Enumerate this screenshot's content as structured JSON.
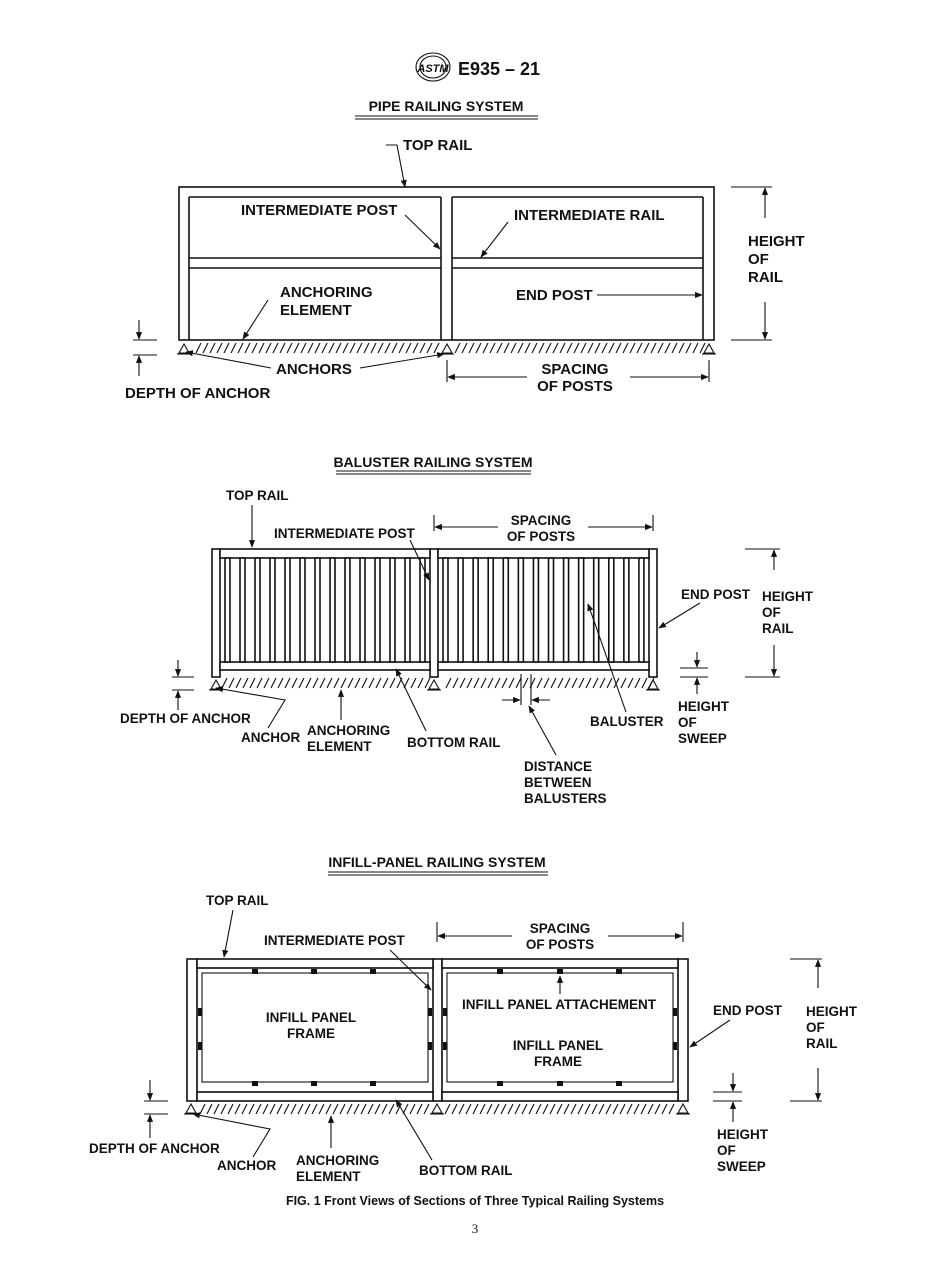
{
  "header": {
    "doc_id": "E935 – 21",
    "logo_text": "ASTM"
  },
  "pipe": {
    "title": "PIPE RAILING SYSTEM",
    "top_rail": "TOP RAIL",
    "intermediate_post": "INTERMEDIATE POST",
    "intermediate_rail": "INTERMEDIATE RAIL",
    "anchoring_element": [
      "ANCHORING",
      "ELEMENT"
    ],
    "end_post": "END POST",
    "height_of_rail": [
      "HEIGHT",
      "OF",
      "RAIL"
    ],
    "anchors": "ANCHORS",
    "spacing_of_posts": [
      "SPACING",
      "OF POSTS"
    ],
    "depth_of_anchor": "DEPTH OF ANCHOR"
  },
  "baluster": {
    "title": "BALUSTER RAILING SYSTEM",
    "top_rail": "TOP RAIL",
    "intermediate_post": "INTERMEDIATE POST",
    "spacing_of_posts": [
      "SPACING",
      "OF POSTS"
    ],
    "end_post": "END POST",
    "height_of_rail": [
      "HEIGHT",
      "OF",
      "RAIL"
    ],
    "depth_of_anchor": "DEPTH OF ANCHOR",
    "anchor": "ANCHOR",
    "anchoring_element": [
      "ANCHORING",
      "ELEMENT"
    ],
    "bottom_rail": "BOTTOM RAIL",
    "baluster": "BALUSTER",
    "height_of_sweep": [
      "HEIGHT",
      "OF",
      "SWEEP"
    ],
    "distance_between_balusters": [
      "DISTANCE",
      "BETWEEN",
      "BALUSTERS"
    ]
  },
  "infill": {
    "title": "INFILL-PANEL RAILING SYSTEM",
    "top_rail": "TOP RAIL",
    "intermediate_post": "INTERMEDIATE POST",
    "spacing_of_posts": [
      "SPACING",
      "OF POSTS"
    ],
    "infill_panel_frame_left": [
      "INFILL PANEL",
      "FRAME"
    ],
    "infill_panel_attachment": "INFILL PANEL ATTACHEMENT",
    "infill_panel_frame_right": [
      "INFILL PANEL",
      "FRAME"
    ],
    "end_post": "END POST",
    "height_of_rail": [
      "HEIGHT",
      "OF",
      "RAIL"
    ],
    "depth_of_anchor": "DEPTH OF ANCHOR",
    "anchor": "ANCHOR",
    "anchoring_element": [
      "ANCHORING",
      "ELEMENT"
    ],
    "bottom_rail": "BOTTOM RAIL",
    "height_of_sweep": [
      "HEIGHT",
      "OF",
      "SWEEP"
    ]
  },
  "caption": "FIG. 1 Front Views of Sections of Three Typical Railing Systems",
  "page_number": "3"
}
